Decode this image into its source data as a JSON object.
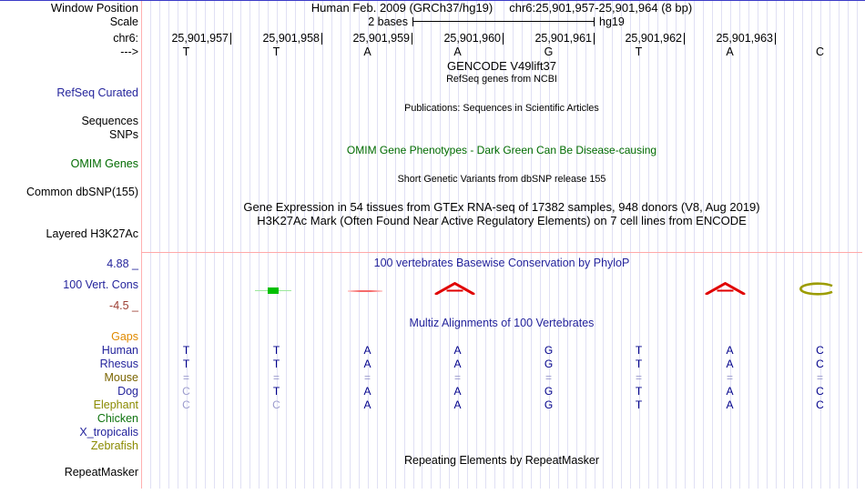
{
  "header": {
    "window_position_label": "Window Position",
    "assembly_title": "Human Feb. 2009 (GRCh37/hg19)",
    "position_title": "chr6:25,901,957-25,901,964 (8 bp)",
    "scale_label": "Scale",
    "scale_value": "2 bases",
    "assembly_short": "hg19",
    "chromosome_label": "chr6:",
    "strand_label": "--->"
  },
  "ruler": {
    "coordinates": [
      "25,901,957",
      "25,901,958",
      "25,901,959",
      "25,901,960",
      "25,901,961",
      "25,901,962",
      "25,901,963"
    ],
    "bases": [
      "T",
      "T",
      "A",
      "A",
      "G",
      "T",
      "A",
      "C"
    ]
  },
  "tracks": {
    "gencode": {
      "title": "GENCODE V49lift37",
      "subtitle": "RefSeq genes from NCBI",
      "left_label": "RefSeq Curated"
    },
    "publications": {
      "title": "Publications: Sequences in Scientific Articles",
      "left_label_1": "Sequences",
      "left_label_2": "SNPs"
    },
    "omim": {
      "title": "OMIM Gene Phenotypes - Dark Green Can Be Disease-causing",
      "left_label": "OMIM Genes"
    },
    "dbsnp": {
      "title": "Short Genetic Variants from dbSNP release 155",
      "left_label": "Common dbSNP(155)"
    },
    "gtex": {
      "title": "Gene Expression in 54 tissues from GTEx RNA-seq of 17382 samples, 948 donors (V8, Aug 2019)"
    },
    "h3k27ac": {
      "title": "H3K27Ac Mark (Often Found Near Active Regulatory Elements) on 7 cell lines from ENCODE",
      "left_label": "Layered H3K27Ac"
    },
    "conservation": {
      "title": "100 vertebrates Basewise Conservation by PhyloP",
      "left_label": "100 Vert. Cons",
      "scale_max": "4.88 _",
      "scale_min": "-4.5 _",
      "marks": [
        {
          "base_index": 1,
          "shape": "green-line-with-box",
          "color": "#00C000"
        },
        {
          "base_index": 2,
          "shape": "red-line",
          "color": "#F56A6A"
        },
        {
          "base_index": 3,
          "shape": "red-arch-A",
          "color": "#E00000"
        },
        {
          "base_index": 6,
          "shape": "red-arch-A",
          "color": "#E00000"
        },
        {
          "base_index": 7,
          "shape": "olive-open-C",
          "color": "#9C9C00"
        }
      ]
    },
    "multiz": {
      "title": "Multiz Alignments of 100 Vertebrates"
    },
    "repeatmasker": {
      "title": "Repeating Elements by RepeatMasker",
      "left_label": "RepeatMasker"
    }
  },
  "alignment": {
    "species_labels": {
      "gaps": "Gaps",
      "human": "Human",
      "rhesus": "Rhesus",
      "mouse": "Mouse",
      "dog": "Dog",
      "elephant": "Elephant",
      "chicken": "Chicken",
      "x_tropicalis": "X_tropicalis",
      "zebrafish": "Zebrafish"
    },
    "rows": [
      {
        "species": "Human",
        "cells": [
          {
            "ch": "T",
            "tone": "dark"
          },
          {
            "ch": "T",
            "tone": "dark"
          },
          {
            "ch": "A",
            "tone": "dark"
          },
          {
            "ch": "A",
            "tone": "dark"
          },
          {
            "ch": "G",
            "tone": "dark"
          },
          {
            "ch": "T",
            "tone": "dark"
          },
          {
            "ch": "A",
            "tone": "dark"
          },
          {
            "ch": "C",
            "tone": "dark"
          }
        ]
      },
      {
        "species": "Rhesus",
        "cells": [
          {
            "ch": "T",
            "tone": "dark"
          },
          {
            "ch": "T",
            "tone": "dark"
          },
          {
            "ch": "A",
            "tone": "dark"
          },
          {
            "ch": "A",
            "tone": "dark"
          },
          {
            "ch": "G",
            "tone": "dark"
          },
          {
            "ch": "T",
            "tone": "dark"
          },
          {
            "ch": "A",
            "tone": "dark"
          },
          {
            "ch": "C",
            "tone": "dark"
          }
        ]
      },
      {
        "species": "Mouse",
        "cells": [
          {
            "ch": "=",
            "tone": "light"
          },
          {
            "ch": "=",
            "tone": "light"
          },
          {
            "ch": "=",
            "tone": "light"
          },
          {
            "ch": "=",
            "tone": "light"
          },
          {
            "ch": "=",
            "tone": "light"
          },
          {
            "ch": "=",
            "tone": "light"
          },
          {
            "ch": "=",
            "tone": "light"
          },
          {
            "ch": "=",
            "tone": "light"
          }
        ]
      },
      {
        "species": "Dog",
        "cells": [
          {
            "ch": "C",
            "tone": "light"
          },
          {
            "ch": "T",
            "tone": "dark"
          },
          {
            "ch": "A",
            "tone": "dark"
          },
          {
            "ch": "A",
            "tone": "dark"
          },
          {
            "ch": "G",
            "tone": "dark"
          },
          {
            "ch": "T",
            "tone": "dark"
          },
          {
            "ch": "A",
            "tone": "dark"
          },
          {
            "ch": "C",
            "tone": "dark"
          }
        ]
      },
      {
        "species": "Elephant",
        "cells": [
          {
            "ch": "C",
            "tone": "light"
          },
          {
            "ch": "C",
            "tone": "light"
          },
          {
            "ch": "A",
            "tone": "dark"
          },
          {
            "ch": "A",
            "tone": "dark"
          },
          {
            "ch": "G",
            "tone": "dark"
          },
          {
            "ch": "T",
            "tone": "dark"
          },
          {
            "ch": "A",
            "tone": "dark"
          },
          {
            "ch": "C",
            "tone": "dark"
          }
        ]
      }
    ]
  },
  "colors": {
    "track_label_blue": "#24249C",
    "omim_green": "#006B00",
    "gaps_orange": "#E08A00",
    "scale_min_maroon": "#9C3D31",
    "alignment_navy": "#00008B",
    "alignment_light": "#9C9CCE",
    "gridline": "#E0E0F4",
    "edge_pink": "#FFB0B0"
  }
}
